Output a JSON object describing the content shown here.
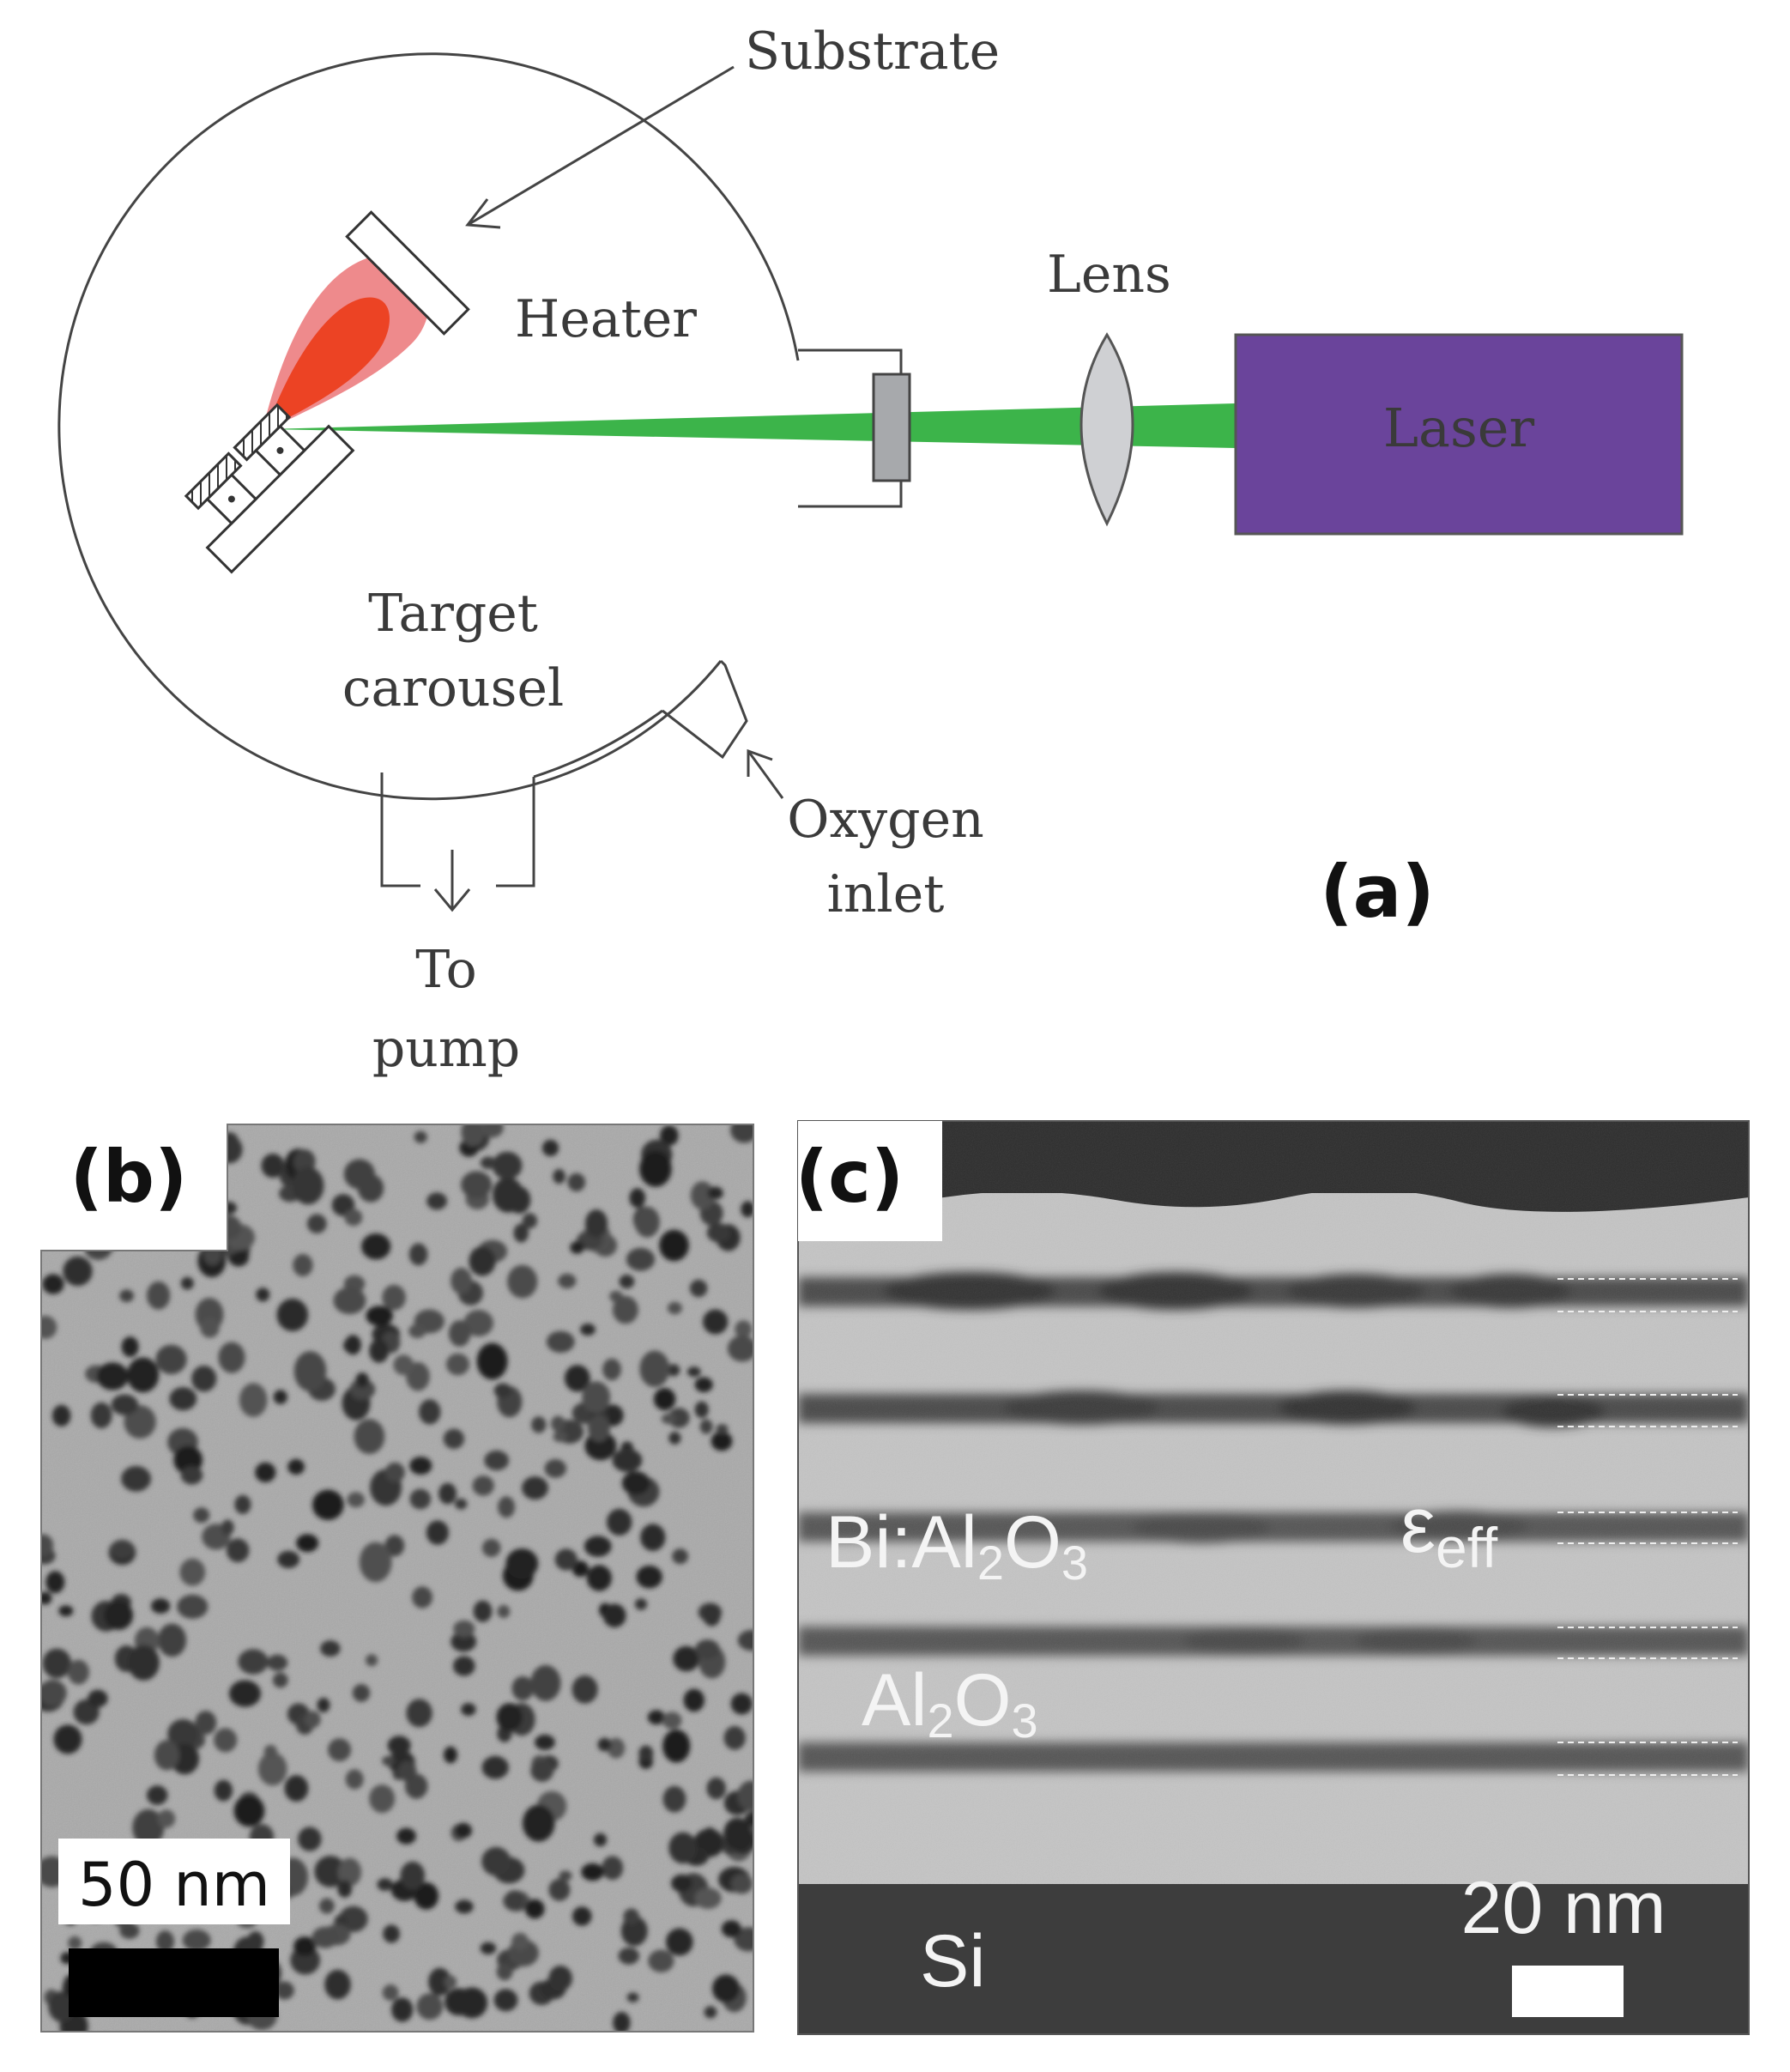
{
  "panel_a": {
    "label": "(a)",
    "substrate": "Substrate",
    "heater": "Heater",
    "lens": "Lens",
    "laser": "Laser",
    "target_line1": "Target",
    "target_line2": "carousel",
    "oxygen_line1": "Oxygen",
    "oxygen_line2": "inlet",
    "pump_line1": "To",
    "pump_line2": "pump",
    "colors": {
      "laser_box": "#6a449b",
      "beam": "#3cb44a",
      "plume_outer": "#ee8a8c",
      "plume_inner": "#ec4324",
      "lens": "#cfd0d3"
    }
  },
  "panel_b": {
    "label": "(b)",
    "scale_bar": "50 nm"
  },
  "panel_c": {
    "label": "(c)",
    "layer1_base": "Bi:Al",
    "layer1_sub1": "2",
    "layer1_mid": "O",
    "layer1_sub2": "3",
    "layer2_base": "Al",
    "layer2_sub1": "2",
    "layer2_mid": "O",
    "layer2_sub2": "3",
    "eps_symbol": "ε",
    "eps_sub": "eff",
    "substrate": "Si",
    "scale_bar": "20 nm"
  }
}
